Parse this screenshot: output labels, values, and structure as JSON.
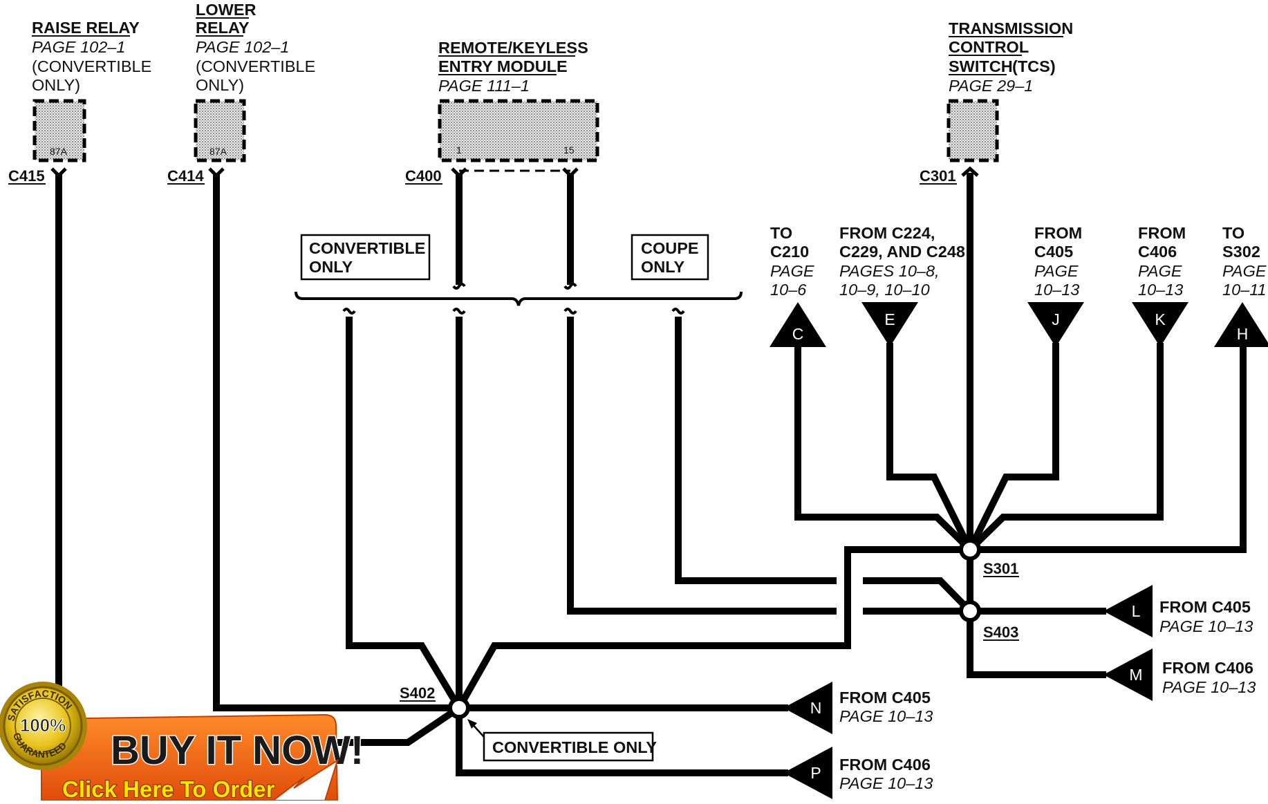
{
  "components": {
    "raise_relay": {
      "title": "RAISE RELAY",
      "page": "PAGE 102–1",
      "note1": "(CONVERTIBLE",
      "note2": "ONLY)",
      "pin": "87A",
      "connector": "C415"
    },
    "lower_relay": {
      "title1": "LOWER",
      "title2": "RELAY",
      "page": "PAGE 102–1",
      "note1": "(CONVERTIBLE",
      "note2": "ONLY)",
      "pin": "87A",
      "connector": "C414"
    },
    "rke_module": {
      "title1": "REMOTE/KEYLESS",
      "title2": "ENTRY MODULE",
      "page": "PAGE 111–1",
      "pin_left": "1",
      "pin_right": "15",
      "connector": "C400"
    },
    "tcs": {
      "title1": "TRANSMISSION",
      "title2": "CONTROL",
      "title3": "SWITCH",
      "title3_suffix": "(TCS)",
      "page": "PAGE 29–1",
      "connector": "C301"
    }
  },
  "boxes": {
    "convertible_only_1": "CONVERTIBLE",
    "convertible_only_2": "ONLY",
    "coupe_only_1": "COUPE",
    "coupe_only_2": "ONLY",
    "convertible_only_bottom": "CONVERTIBLE ONLY"
  },
  "splices": {
    "s301": "S301",
    "s402": "S402",
    "s403": "S403"
  },
  "arrows": {
    "C": {
      "letter": "C",
      "lines": [
        "TO",
        "C210",
        "PAGE",
        "10–6"
      ]
    },
    "E": {
      "letter": "E",
      "lines": [
        "FROM C224,",
        "C229, AND C248",
        "PAGES 10–8,",
        "10–9, 10–10"
      ]
    },
    "J": {
      "letter": "J",
      "lines": [
        "FROM",
        "C405",
        "PAGE",
        "10–13"
      ]
    },
    "K": {
      "letter": "K",
      "lines": [
        "FROM",
        "C406",
        "PAGE",
        "10–13"
      ]
    },
    "H": {
      "letter": "H",
      "lines": [
        "TO",
        "S302",
        "PAGE",
        "10–11"
      ]
    },
    "L": {
      "letter": "L",
      "lines": [
        "FROM C405",
        "PAGE 10–13"
      ]
    },
    "M": {
      "letter": "M",
      "lines": [
        "FROM C406",
        "PAGE 10–13"
      ]
    },
    "N": {
      "letter": "N",
      "lines": [
        "FROM C405",
        "PAGE 10–13"
      ]
    },
    "P": {
      "letter": "P",
      "lines": [
        "FROM C406",
        "PAGE 10–13"
      ]
    }
  },
  "ad_banner": {
    "seal_top": "SATISFACTION",
    "seal_center": "100%",
    "seal_bottom": "GUARANTEED",
    "headline": "BUY IT NOW!",
    "subline": "Click Here To Order",
    "colors": {
      "orange": "#f05a14",
      "gold": "#e8c21a",
      "yellow": "#ffe600"
    }
  }
}
